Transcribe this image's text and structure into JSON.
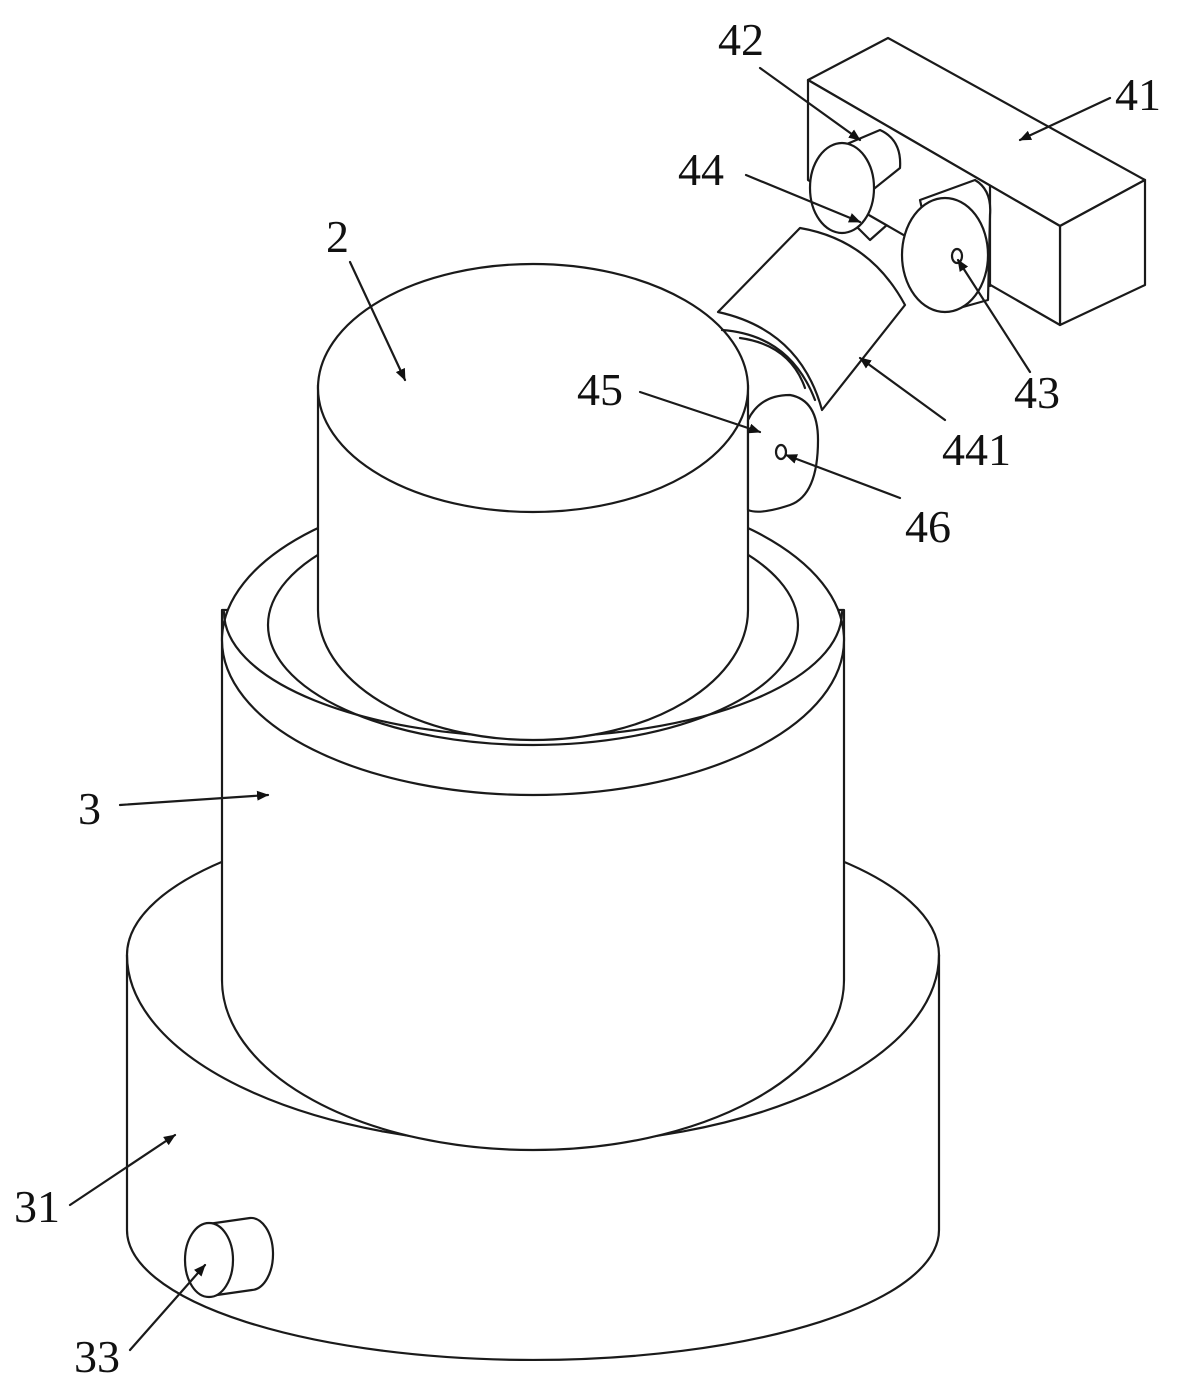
{
  "labels": {
    "l2": "2",
    "l3": "3",
    "l31": "31",
    "l33": "33",
    "l41": "41",
    "l42": "42",
    "l43": "43",
    "l44": "44",
    "l441": "441",
    "l45": "45",
    "l46": "46"
  },
  "colors": {
    "stroke": "#1a1a1a",
    "background": "#ffffff"
  }
}
